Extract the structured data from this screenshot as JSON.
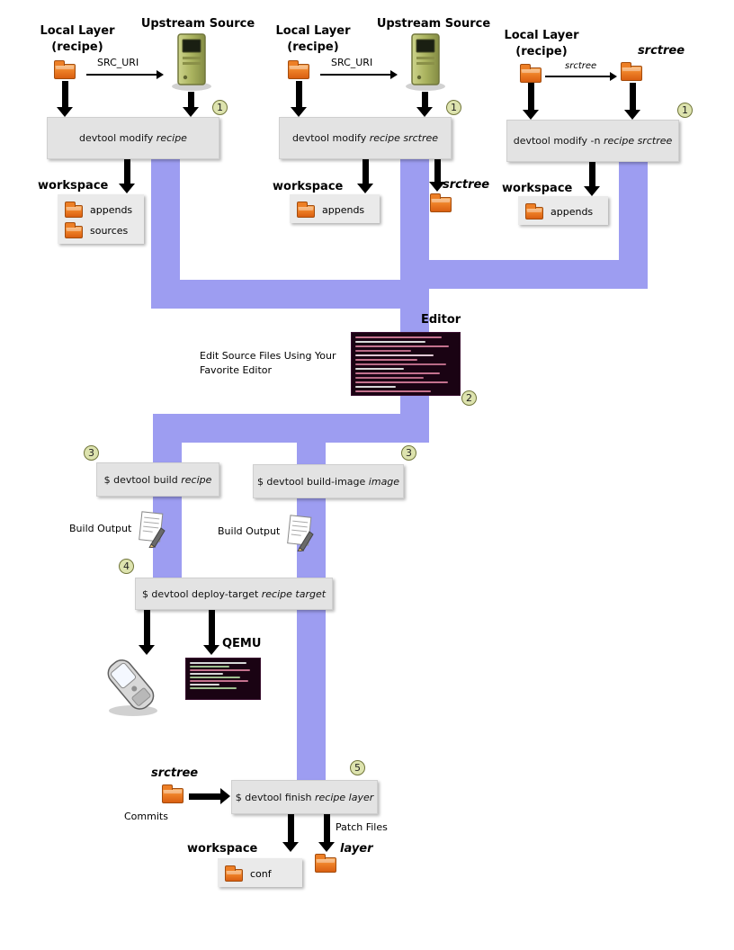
{
  "colors": {
    "purple": "#9d9df1",
    "box_bg": "#e3e3e3",
    "step_bg": "#dde3ae",
    "folder_orange": "#ed7f26"
  },
  "flow1": {
    "local_layer_line1": "Local Layer",
    "local_layer_line2": "(recipe)",
    "upstream_title": "Upstream Source",
    "src_uri_label": "SRC_URI",
    "step": "1",
    "cmd_prefix": "devtool modify ",
    "cmd_italic": "recipe",
    "workspace_label": "workspace",
    "folders": [
      "appends",
      "sources"
    ]
  },
  "flow2": {
    "local_layer_line1": "Local Layer",
    "local_layer_line2": "(recipe)",
    "upstream_title": "Upstream Source",
    "src_uri_label": "SRC_URI",
    "step": "1",
    "cmd_prefix": "devtool modify ",
    "cmd_italic": "recipe srctree",
    "workspace_label": "workspace",
    "folders": [
      "appends"
    ],
    "srctree_label": "srctree"
  },
  "flow3": {
    "local_layer_line1": "Local Layer",
    "local_layer_line2": "(recipe)",
    "srctree_arrow_label": "srctree",
    "srctree_folder_title": "srctree",
    "step": "1",
    "cmd_prefix": "devtool modify -n ",
    "cmd_italic": "recipe srctree",
    "workspace_label": "workspace",
    "folders": [
      "appends"
    ]
  },
  "editor": {
    "title": "Editor",
    "caption_line1": "Edit Source Files Using Your",
    "caption_line2": "Favorite Editor",
    "step": "2"
  },
  "build": {
    "step": "3",
    "build_prefix": "$ devtool build ",
    "build_italic": "recipe",
    "build_image_prefix": "$ devtool build-image ",
    "build_image_italic": "image",
    "output_label": "Build Output"
  },
  "deploy": {
    "step": "4",
    "cmd_prefix": "$ devtool deploy-target ",
    "cmd_italic": "recipe target",
    "qemu_label": "QEMU"
  },
  "finish": {
    "step": "5",
    "srctree_label": "srctree",
    "commits_label": "Commits",
    "cmd_prefix": "$ devtool finish ",
    "cmd_italic": "recipe layer",
    "patch_files_label": "Patch Files",
    "workspace_label": "workspace",
    "conf_label": "conf",
    "layer_label": "layer"
  }
}
